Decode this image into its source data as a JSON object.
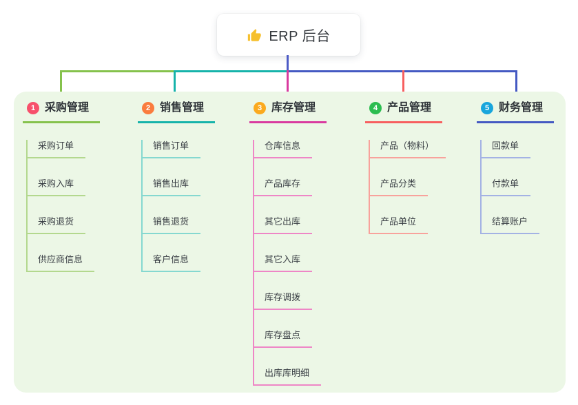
{
  "root": {
    "label": "ERP 后台",
    "icon": "thumbs-up-icon"
  },
  "branches": [
    {
      "id": "purchase",
      "number": "1",
      "title": "采购管理",
      "badge_color": "#f7506b",
      "color": "#85c24c",
      "light_color": "#b3d88e",
      "children": [
        "采购订单",
        "采购入库",
        "采购退货",
        "供应商信息"
      ]
    },
    {
      "id": "sales",
      "number": "2",
      "title": "销售管理",
      "badge_color": "#fa7c3e",
      "color": "#16b3aa",
      "light_color": "#85d8d0",
      "children": [
        "销售订单",
        "销售出库",
        "销售退货",
        "客户信息"
      ]
    },
    {
      "id": "inventory",
      "number": "3",
      "title": "库存管理",
      "badge_color": "#fbaa1e",
      "color": "#d93a9f",
      "light_color": "#ee86c6",
      "children": [
        "仓库信息",
        "产品库存",
        "其它出库",
        "其它入库",
        "库存调拨",
        "库存盘点",
        "出库库明细"
      ]
    },
    {
      "id": "product",
      "number": "4",
      "title": "产品管理",
      "badge_color": "#2cbd50",
      "color": "#f75f5f",
      "light_color": "#f8a29c",
      "children": [
        "产品（物料）",
        "产品分类",
        "产品单位"
      ]
    },
    {
      "id": "finance",
      "number": "5",
      "title": "财务管理",
      "badge_color": "#19a6dc",
      "color": "#4459c2",
      "light_color": "#a3b2e4",
      "children": [
        "回款单",
        "付款单",
        "结算账户"
      ]
    }
  ],
  "colors": {
    "canvas_bg": "#ffffff",
    "container_bg": "#ecf7e6",
    "root_connector": "#4d5bc6"
  }
}
